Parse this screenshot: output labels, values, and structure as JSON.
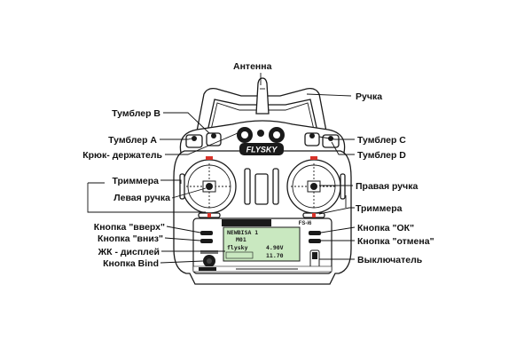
{
  "labels": {
    "antenna": "Антенна",
    "handle": "Ручка",
    "switch_b": "Тумблер B",
    "switch_a": "Тумблер A",
    "switch_c": "Тумблер C",
    "switch_d": "Тумблер D",
    "hook_holder": "Крюк- держатель",
    "trimmers_left": "Триммера",
    "left_stick": "Левая ручка",
    "right_stick": "Правая ручка",
    "trimmers_right": "Триммера",
    "button_up": "Кнопка \"вверх\"",
    "button_down": "Кнопка \"вниз\"",
    "lcd_display": "ЖК - дисплей",
    "bind_button": "Кнопка Bind",
    "ok_button": "Кнопка \"ОК\"",
    "cancel_button": "Кнопка \"отмена\"",
    "power_switch": "Выключатель"
  },
  "device": {
    "brand": "FLYSKY",
    "model": "FS-i6"
  },
  "lcd": {
    "line1": "NEWBISA 1",
    "line2": "M01",
    "line3": "flysky",
    "line4": "4.90V",
    "line5": "11.70"
  }
}
